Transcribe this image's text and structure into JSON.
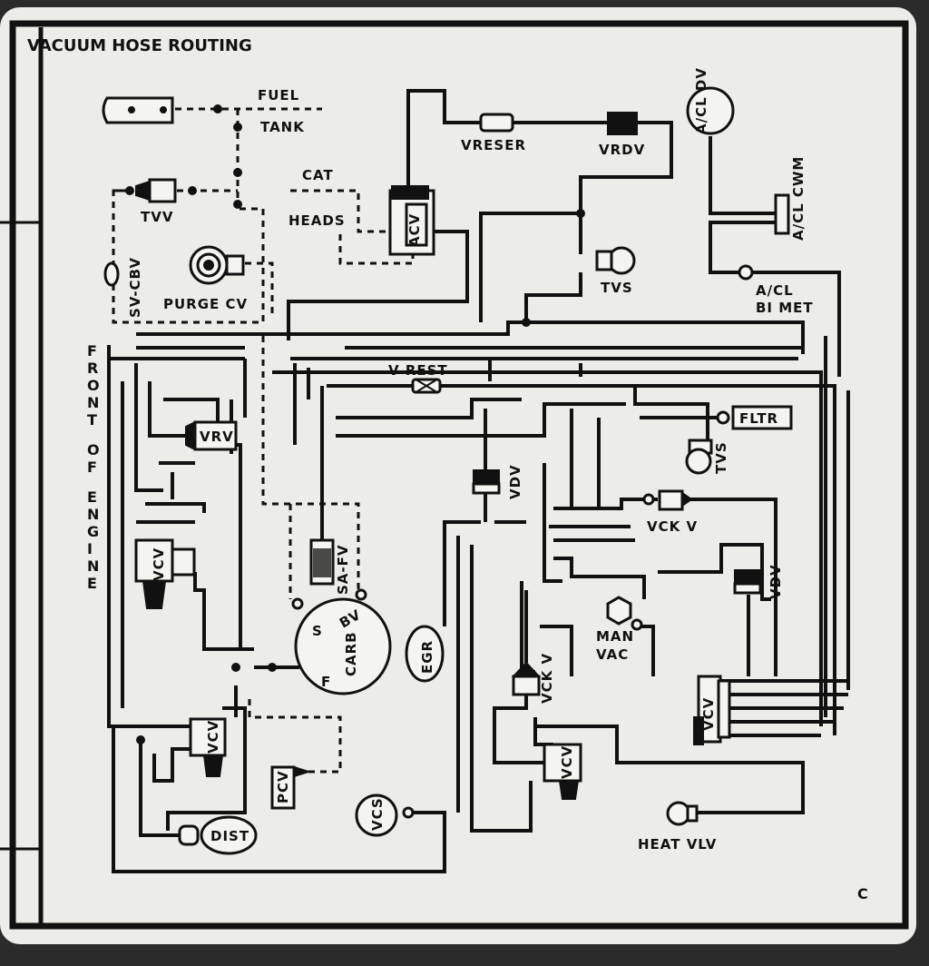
{
  "title": "VACUUM HOSE ROUTING",
  "corner_mark": "C",
  "side_label": "FRONT OF ENGINE",
  "labels": {
    "fuel": "FUEL",
    "tank": "TANK",
    "cat": "CAT",
    "heads": "HEADS",
    "tvv": "TVV",
    "sv_cbv": "SV-CBV",
    "purge_cv": "PURGE CV",
    "acv": "ACV",
    "vreser": "VRESER",
    "vrdv": "VRDV",
    "tvs_top": "TVS",
    "ac_dv": "A/CL DV",
    "ac_cwm": "A/CL CWM",
    "ac_bimet_1": "A/CL",
    "ac_bimet_2": "BI MET",
    "v_rest": "V REST",
    "fltr": "FLTR",
    "tvs_mid": "TVS",
    "vrv": "VRV",
    "vdv_mid": "VDV",
    "vck_v_mid": "VCK V",
    "vdv_right": "VDV",
    "vcv_left": "VCV",
    "sa_fv": "SA-FV",
    "carb": "CARB",
    "carb_s": "S",
    "carb_bv": "BV",
    "carb_f": "F",
    "egr": "EGR",
    "man_vac_1": "MAN",
    "man_vac_2": "VAC",
    "vck_v_low": "VCK V",
    "vcv_right": "VCV",
    "vcv_lower_left": "VCV",
    "vcv_bottom_mid": "VCV",
    "pcv": "PCV",
    "vcs": "VCS",
    "dist": "DIST",
    "heat_vlv": "HEAT VLV"
  }
}
